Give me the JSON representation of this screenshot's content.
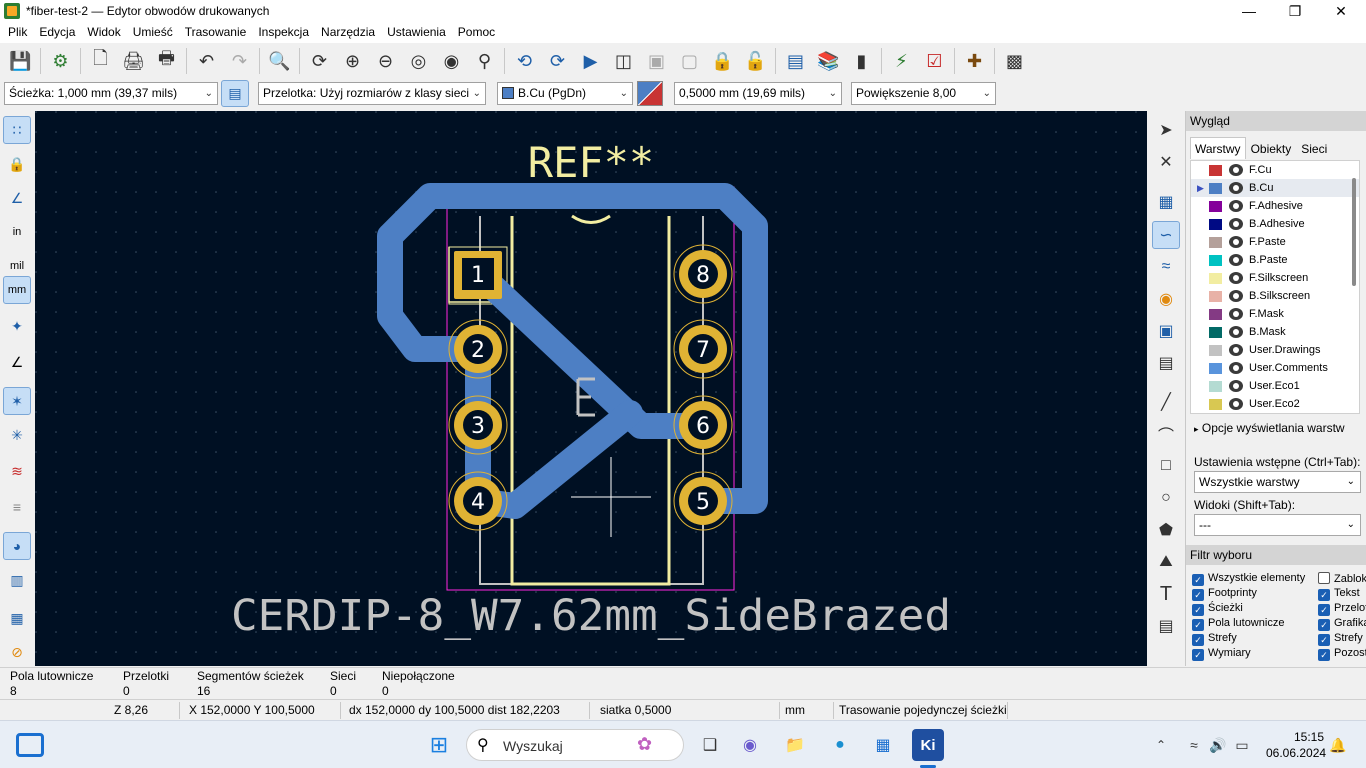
{
  "window": {
    "title": "*fiber-test-2 — Edytor obwodów drukowanych",
    "minimize": "—",
    "maximize": "❐",
    "close": "✕"
  },
  "menu": [
    "Plik",
    "Edycja",
    "Widok",
    "Umieść",
    "Trasowanie",
    "Inspekcja",
    "Narzędzia",
    "Ustawienia",
    "Pomoc"
  ],
  "options": {
    "track": "Ścieżka: 1,000 mm (39,37 mils)",
    "via": "Przelotka: Użyj rozmiarów z klasy sieci",
    "layer": "B.Cu (PgDn)",
    "layer_color": "#4d7fc4",
    "grid": "0,5000 mm (19,69 mils)",
    "zoom": "Powiększenie 8,00"
  },
  "canvas": {
    "ref_text": "REF**",
    "value_text": "CERDIP-8_W7.62mm_SideBrazed",
    "pins_left": [
      "1",
      "2",
      "3",
      "4"
    ],
    "pins_right": [
      "8",
      "7",
      "6",
      "5"
    ],
    "colors": {
      "background": "#001023",
      "track": "#4d7fc4",
      "pad": "#e0b334",
      "silk": "#f2eda1",
      "fab": "#c2c2c2",
      "courtyard": "#ff26e2"
    }
  },
  "panel": {
    "title": "Wygląd",
    "tabs": [
      "Warstwy",
      "Obiekty",
      "Sieci"
    ],
    "layers": [
      {
        "name": "F.Cu",
        "color": "#c83434"
      },
      {
        "name": "B.Cu",
        "color": "#4d7fc4",
        "selected": true
      },
      {
        "name": "F.Adhesive",
        "color": "#84009a"
      },
      {
        "name": "B.Adhesive",
        "color": "#000a84"
      },
      {
        "name": "F.Paste",
        "color": "#b4a09a"
      },
      {
        "name": "B.Paste",
        "color": "#00c2c2"
      },
      {
        "name": "F.Silkscreen",
        "color": "#f2eda1"
      },
      {
        "name": "B.Silkscreen",
        "color": "#e8b2a7"
      },
      {
        "name": "F.Mask",
        "color": "#843a84"
      },
      {
        "name": "B.Mask",
        "color": "#026a66"
      },
      {
        "name": "User.Drawings",
        "color": "#c2c2c2"
      },
      {
        "name": "User.Comments",
        "color": "#5994dc"
      },
      {
        "name": "User.Eco1",
        "color": "#b4dbd2"
      },
      {
        "name": "User.Eco2",
        "color": "#d8c852"
      }
    ],
    "display_options": "Opcje wyświetlania warstw",
    "presets_label": "Ustawienia wstępne (Ctrl+Tab):",
    "presets_value": "Wszystkie warstwy",
    "views_label": "Widoki (Shift+Tab):",
    "views_value": "---",
    "filter_title": "Filtr wyboru",
    "filters_left": [
      "Wszystkie elementy",
      "Footprinty",
      "Ścieżki",
      "Pola lutownicze",
      "Strefy",
      "Wymiary"
    ],
    "filters_right": [
      "Zablok",
      "Tekst",
      "Przelot",
      "Grafika",
      "Strefy",
      "Pozost"
    ]
  },
  "stats": [
    {
      "label": "Pola lutownicze",
      "value": "8"
    },
    {
      "label": "Przelotki",
      "value": "0"
    },
    {
      "label": "Segmentów ścieżek",
      "value": "16"
    },
    {
      "label": "Sieci",
      "value": "0"
    },
    {
      "label": "Niepołączone",
      "value": "0"
    }
  ],
  "status": {
    "zoom": "Z 8,26",
    "xy": "X 152,0000  Y 100,5000",
    "delta": "dx 152,0000  dy 100,5000  dist 182,2203",
    "grid": "siatka 0,5000",
    "units": "mm",
    "mode": "Trasowanie pojedynczej ścieżki"
  },
  "taskbar": {
    "search_placeholder": "Wyszukaj",
    "time": "15:15",
    "date": "06.06.2024",
    "kicad_label": "Ki"
  }
}
